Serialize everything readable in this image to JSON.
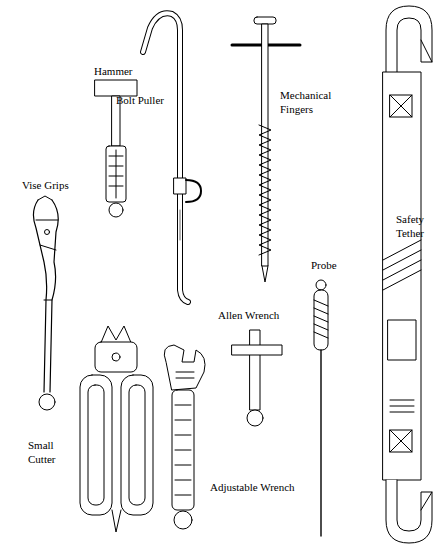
{
  "diagram": {
    "labels": [
      "Bolt Puller",
      "Hammer",
      "Mechanical Fingers",
      "Vise Grips",
      "Safety Tether",
      "Probe",
      "Allen Wrench",
      "Small Cutter",
      "Adjustable Wrench"
    ]
  }
}
